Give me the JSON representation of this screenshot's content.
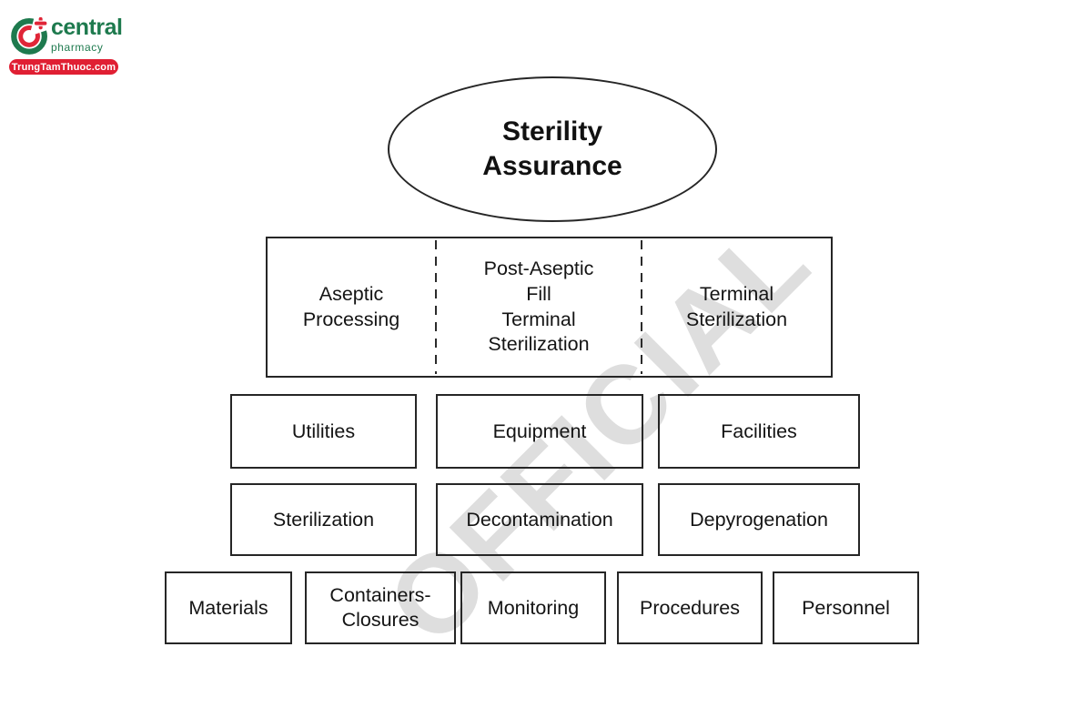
{
  "canvas": {
    "background": "#ffffff"
  },
  "logo": {
    "name": "central",
    "subtitle": "pharmacy",
    "tagline": "TrungTamThuoc.com",
    "colors": {
      "green": "#1e7a4e",
      "red": "#e01f33"
    }
  },
  "watermark": {
    "text": "OFFICIAL",
    "color": "#dedede"
  },
  "diagram": {
    "root": {
      "label": "Sterility\nAssurance"
    },
    "strategies": [
      {
        "label": "Aseptic\nProcessing"
      },
      {
        "label": "Post-Aseptic\nFill\nTerminal\nSterilization"
      },
      {
        "label": "Terminal\nSterilization"
      }
    ],
    "level2": [
      {
        "label": "Utilities"
      },
      {
        "label": "Equipment"
      },
      {
        "label": "Facilities"
      }
    ],
    "level3": [
      {
        "label": "Sterilization"
      },
      {
        "label": "Decontamination"
      },
      {
        "label": "Depyrogenation"
      }
    ],
    "level4": [
      {
        "label": "Materials"
      },
      {
        "label": "Containers-\nClosures"
      },
      {
        "label": "Monitoring"
      },
      {
        "label": "Procedures"
      },
      {
        "label": "Personnel"
      }
    ]
  }
}
